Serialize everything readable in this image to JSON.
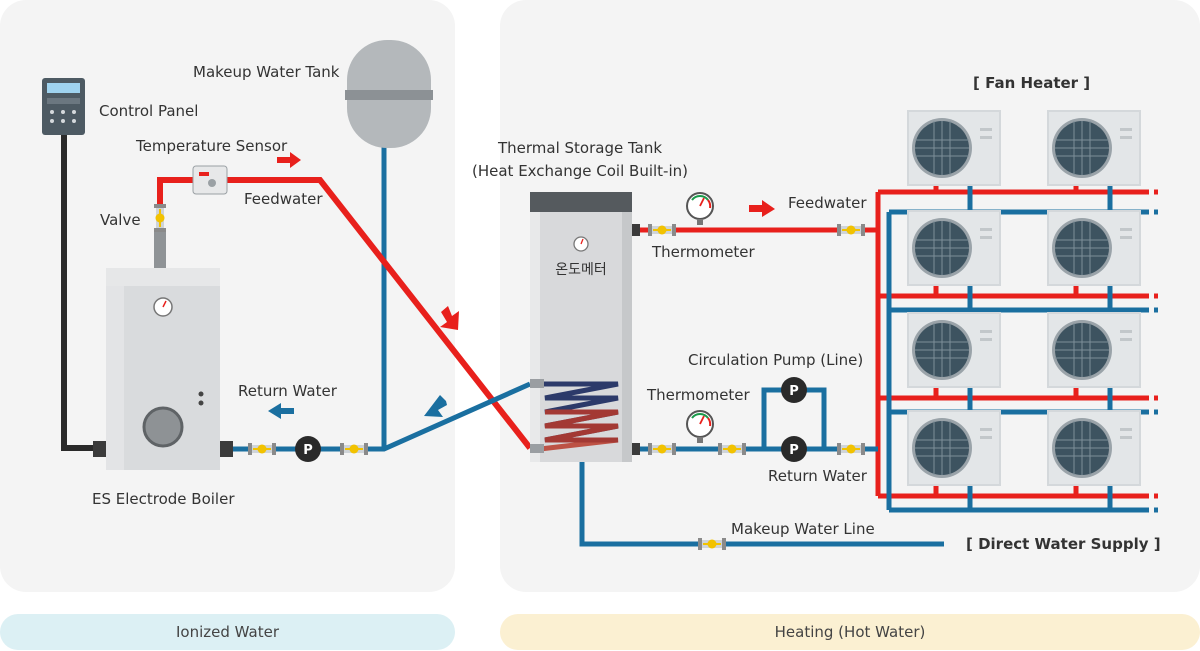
{
  "regions": {
    "ionized": "Ionized Water",
    "heating": "Heating (Hot Water)"
  },
  "labels": {
    "makeup_tank": "Makeup Water Tank",
    "control_panel": "Control Panel",
    "temp_sensor": "Temperature Sensor",
    "valve": "Valve",
    "feedwater_left": "Feedwater",
    "return_water_left": "Return Water",
    "boiler": "ES Electrode Boiler",
    "storage_tank_line1": "Thermal Storage Tank",
    "storage_tank_line2": "(Heat Exchange Coil Built-in)",
    "tank_gauge": "온도메터",
    "thermometer_top": "Thermometer",
    "feedwater_right": "Feedwater",
    "circ_pump": "Circulation Pump (Line)",
    "thermometer_bottom": "Thermometer",
    "return_water_right": "Return Water",
    "makeup_line": "Makeup Water Line",
    "fan_heater": "[ Fan Heater ]",
    "direct_supply": "[ Direct Water Supply ]",
    "pump_symbol": "P"
  },
  "colors": {
    "hot": "#e8201c",
    "cold": "#1a6fa0",
    "panel": "#f4f4f4",
    "ionized_bg": "#dcf0f4",
    "heating_bg": "#fbf0d2",
    "valve": "#f2c200"
  }
}
